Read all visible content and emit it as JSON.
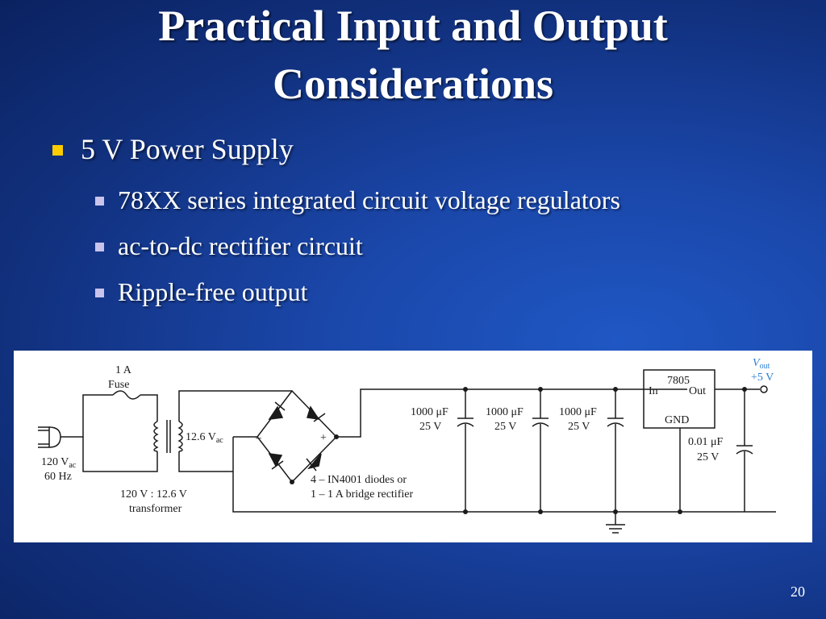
{
  "slide": {
    "title_line1": "Practical Input and Output",
    "title_line2": "Considerations",
    "bullet_main": "5 V Power Supply",
    "sub_bullets": [
      "78XX series integrated circuit voltage regulators",
      "ac-to-dc rectifier circuit",
      "Ripple-free output"
    ],
    "page_number": "20"
  },
  "colors": {
    "background": "#1a46a8",
    "main_bullet": "#ffcc00",
    "sub_bullet": "#c8c4ec",
    "output_label": "#2a7fd0"
  },
  "circuit": {
    "fuse_rating": "1 A",
    "fuse_label": "Fuse",
    "input_voltage": "120 V",
    "input_voltage_sub": "ac",
    "input_frequency": "60 Hz",
    "secondary_voltage": "12.6 V",
    "secondary_voltage_sub": "ac",
    "transformer_ratio": "120 V : 12.6 V",
    "transformer_label": "transformer",
    "bridge_minus": "–",
    "bridge_plus": "+",
    "diodes_line1": "4 – IN4001 diodes or",
    "diodes_line2": "1 – 1 A bridge rectifier",
    "capacitors": [
      {
        "value": "1000 μF",
        "rating": "25 V"
      },
      {
        "value": "1000 μF",
        "rating": "25 V"
      },
      {
        "value": "1000 μF",
        "rating": "25 V"
      }
    ],
    "regulator_part": "7805",
    "regulator_in": "In",
    "regulator_out": "Out",
    "regulator_gnd": "GND",
    "output_cap_value": "0.01  μF",
    "output_cap_rating": "25 V",
    "vout_label": "V",
    "vout_sub": "out",
    "vout_value": "+5 V"
  }
}
